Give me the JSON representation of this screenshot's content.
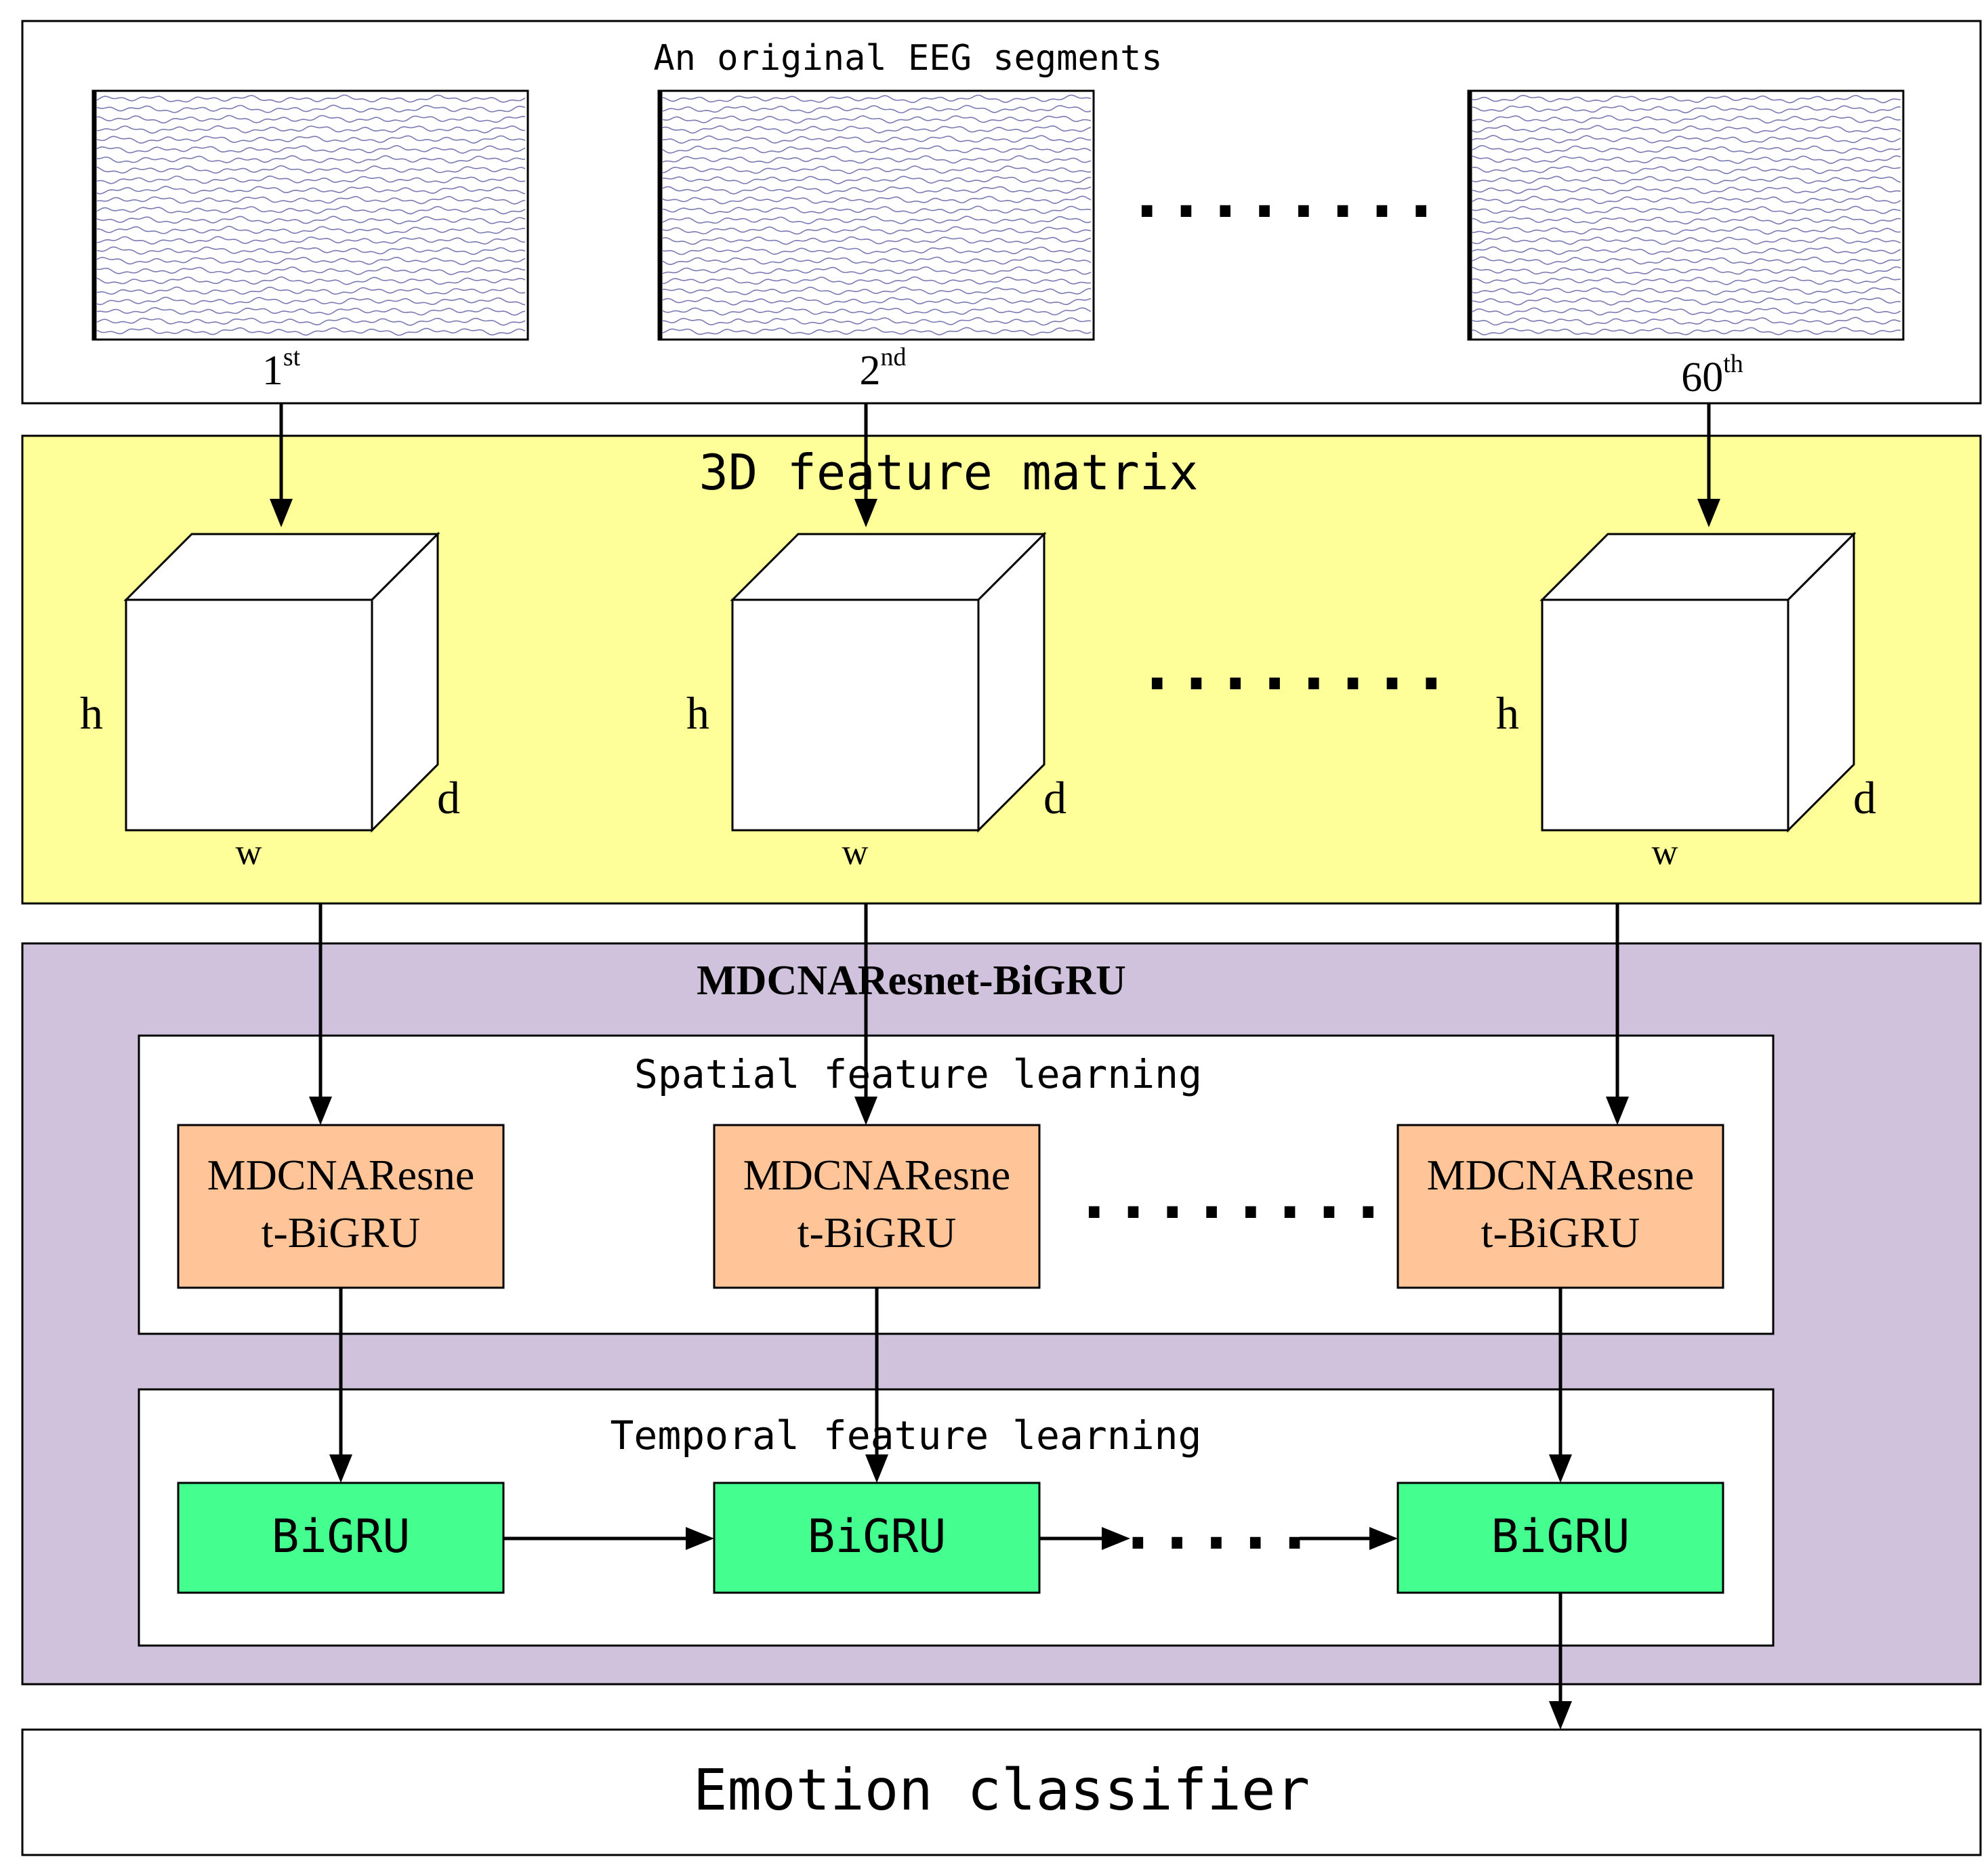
{
  "eeg_panel": {
    "title": "An original EEG segments",
    "segments": [
      {
        "label": "1",
        "sup": "st"
      },
      {
        "label": "2",
        "sup": "nd"
      },
      {
        "label": "60",
        "sup": "th"
      }
    ],
    "ellipsis": "........"
  },
  "feature_panel": {
    "title": "3D feature matrix",
    "dims": {
      "h": "h",
      "w": "w",
      "d": "d"
    },
    "ellipsis": "........"
  },
  "model_panel": {
    "title": "MDCNAResnet-BiGRU",
    "spatial": {
      "title": "Spatial feature learning",
      "block_line1": "MDCNAResne",
      "block_line2": "t-BiGRU",
      "ellipsis": "........"
    },
    "temporal": {
      "title": "Temporal feature learning",
      "block": "BiGRU",
      "ellipsis": "....."
    }
  },
  "classifier": {
    "label": "Emotion classifier"
  },
  "colors": {
    "feature_bg": "#ffff99",
    "model_bg": "#d0c2dc",
    "spatial_block": "#ffc497",
    "temporal_block": "#44ff90",
    "eeg_trace": "#5a5aa0"
  }
}
